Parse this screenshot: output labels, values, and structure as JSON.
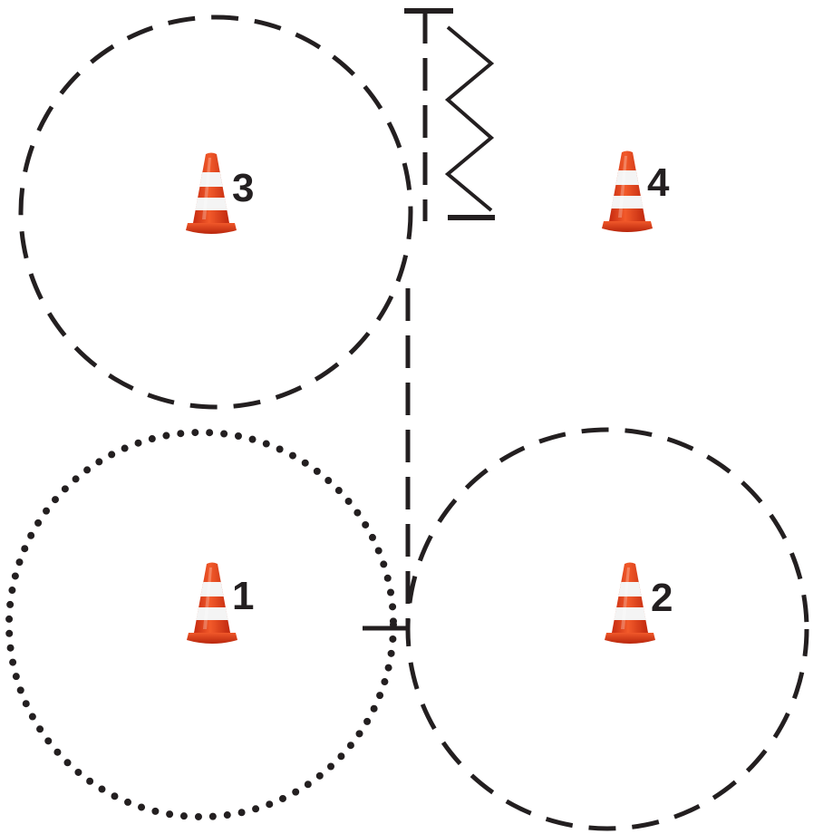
{
  "diagram": {
    "cones": [
      {
        "number": "1",
        "color": "#e8401c"
      },
      {
        "number": "2",
        "color": "#e8401c"
      },
      {
        "number": "3",
        "color": "#e8401c"
      },
      {
        "number": "4",
        "color": "#e8401c"
      }
    ],
    "stroke_color": "#231f20",
    "circle_styles": [
      "dotted",
      "dashed",
      "dashed"
    ],
    "icons": {
      "cone": "traffic-cone-icon",
      "zigzag": "zigzag-path-icon"
    }
  }
}
